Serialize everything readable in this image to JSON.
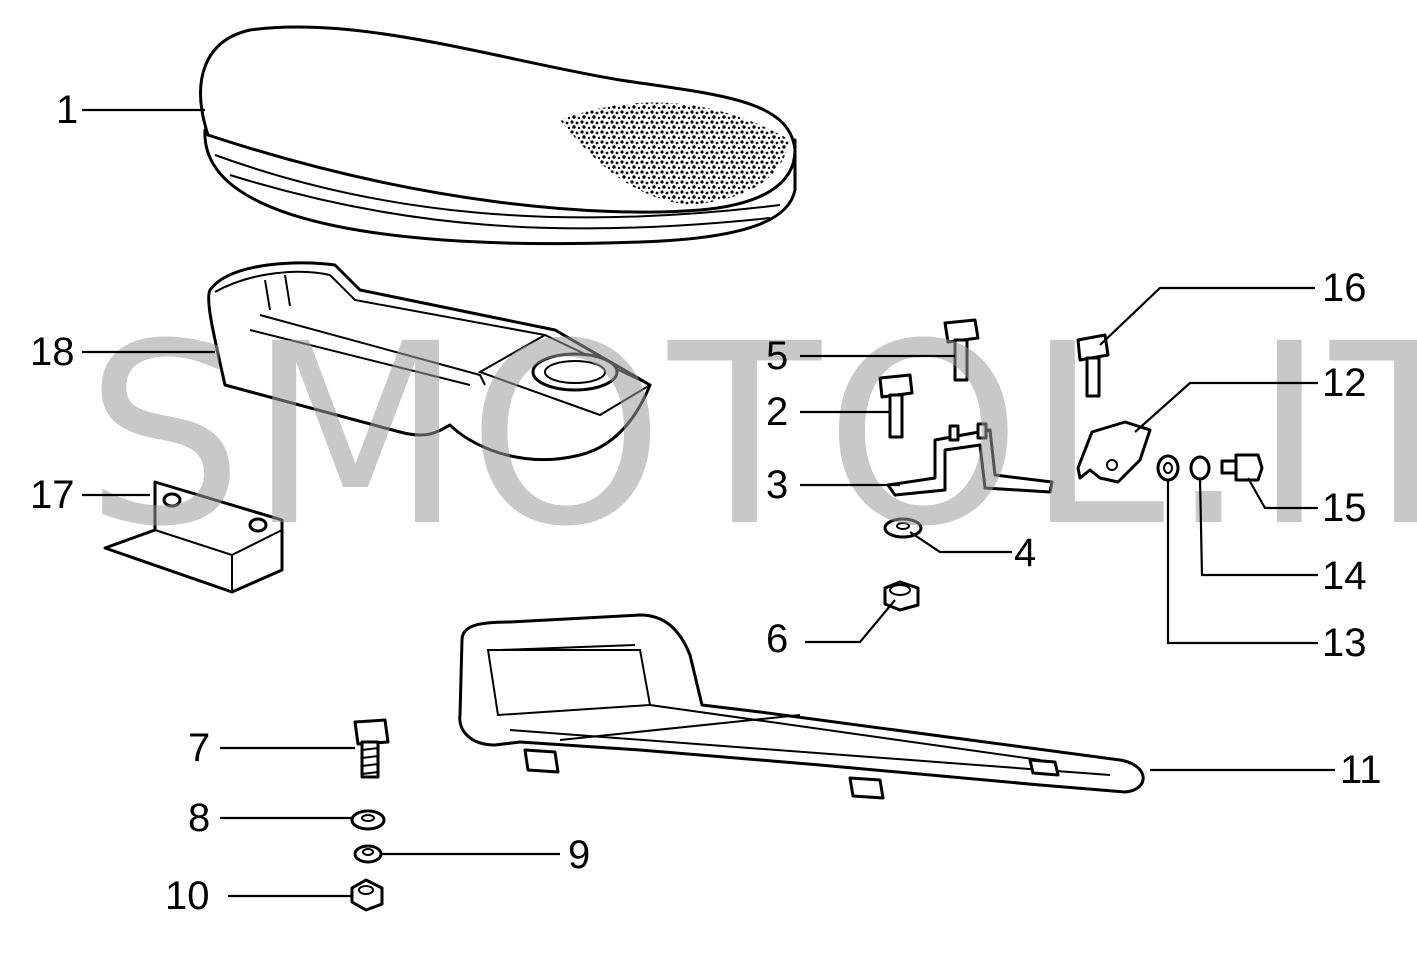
{
  "watermark": "SMOTOL.IT",
  "callouts": [
    {
      "id": "1",
      "label": "1"
    },
    {
      "id": "2",
      "label": "2"
    },
    {
      "id": "3",
      "label": "3"
    },
    {
      "id": "4",
      "label": "4"
    },
    {
      "id": "5",
      "label": "5"
    },
    {
      "id": "6",
      "label": "6"
    },
    {
      "id": "7",
      "label": "7"
    },
    {
      "id": "8",
      "label": "8"
    },
    {
      "id": "9",
      "label": "9"
    },
    {
      "id": "10",
      "label": "10"
    },
    {
      "id": "11",
      "label": "11"
    },
    {
      "id": "12",
      "label": "12"
    },
    {
      "id": "13",
      "label": "13"
    },
    {
      "id": "14",
      "label": "14"
    },
    {
      "id": "15",
      "label": "15"
    },
    {
      "id": "16",
      "label": "16"
    },
    {
      "id": "17",
      "label": "17"
    },
    {
      "id": "18",
      "label": "18"
    }
  ]
}
